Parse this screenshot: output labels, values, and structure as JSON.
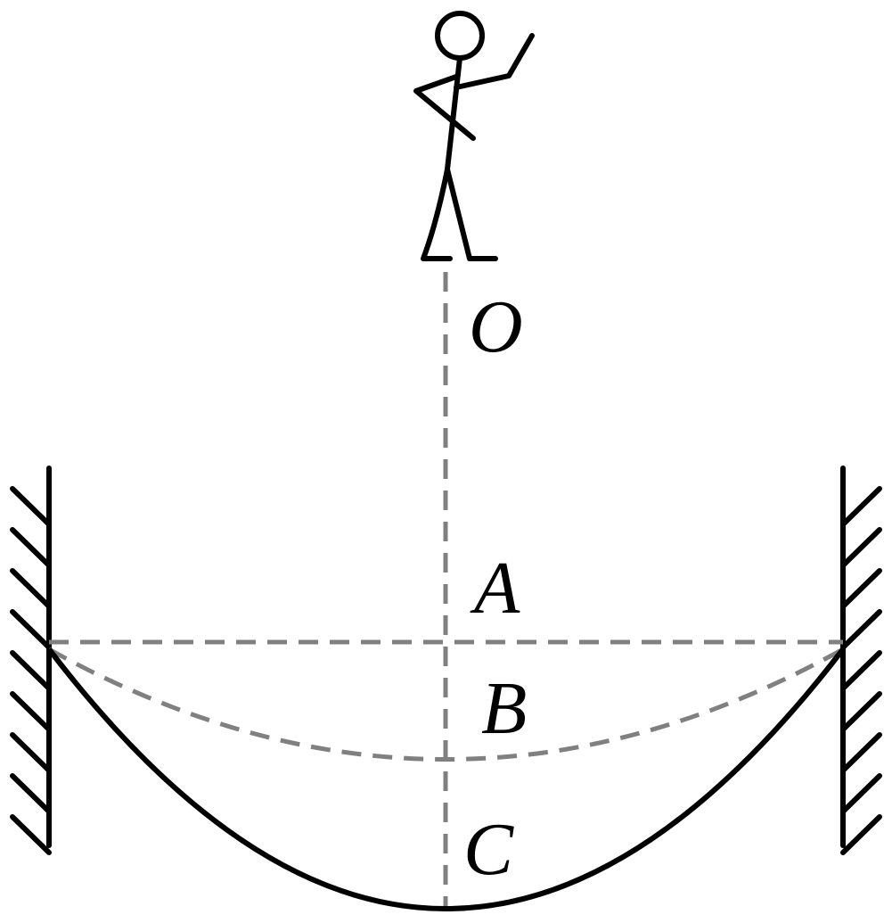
{
  "colors": {
    "ink": "#000000",
    "dashed": "#808080",
    "background": "#ffffff"
  },
  "labels": {
    "O": "O",
    "A": "A",
    "B": "B",
    "C": "C"
  },
  "icons": {
    "figure": "stick-figure-icon",
    "left_wall": "hatched-wall-icon",
    "right_wall": "hatched-wall-icon"
  }
}
